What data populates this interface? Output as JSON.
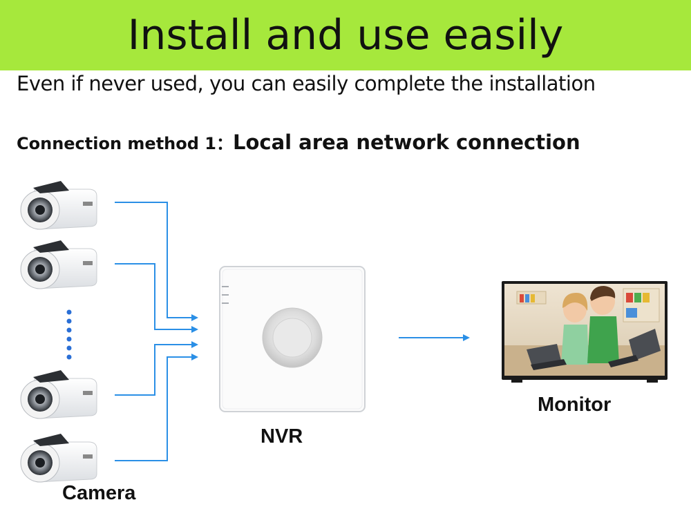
{
  "header": {
    "title": "Install and use easily",
    "subtitle": "Even if never used, you can easily complete the installation"
  },
  "method": {
    "lead": "Connection method 1：",
    "name": "Local area network connection"
  },
  "labels": {
    "camera": "Camera",
    "nvr": "NVR",
    "monitor": "Monitor"
  },
  "colors": {
    "banner": "#a6e83c",
    "connector": "#2a8fe6"
  }
}
